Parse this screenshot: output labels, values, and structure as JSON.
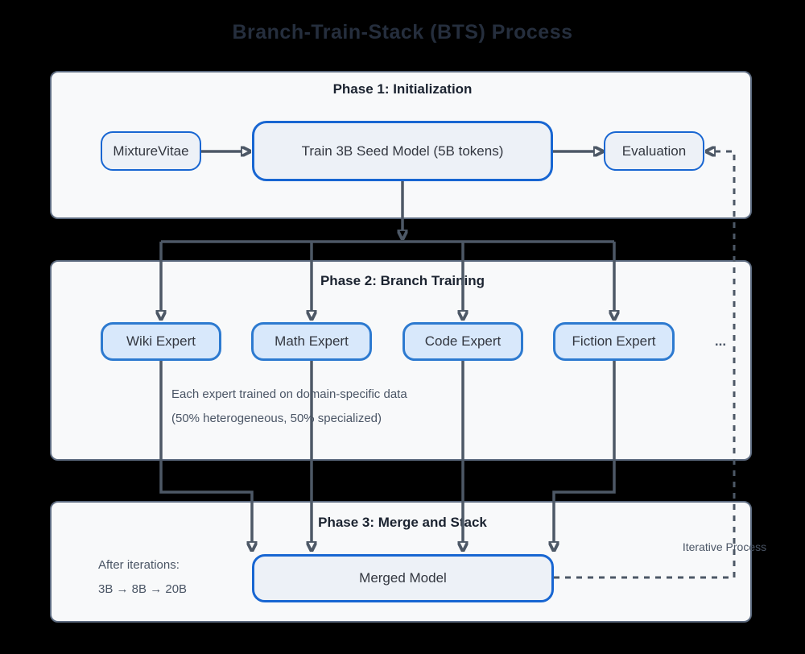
{
  "diagram": {
    "title": "Branch-Train-Stack (BTS) Process",
    "type": "flowchart",
    "colors": {
      "background": "#000000",
      "phase_fill": "#f8f9fa",
      "phase_border": "#5d6b80",
      "node_fill": "#edf1f7",
      "node_border": "#1866d2",
      "expert_fill": "#d8e8fb",
      "expert_border": "#2d7ad0",
      "connector": "#4d5866",
      "note_text": "#4a5565",
      "title_text": "#252e3d"
    }
  },
  "phase1": {
    "label": "Phase 1: Initialization",
    "nodes": {
      "mixturevitae": "MixtureVitae",
      "seed": "Train 3B Seed Model (5B tokens)",
      "evaluation": "Evaluation"
    }
  },
  "phase2": {
    "label": "Phase 2: Branch Training",
    "experts": [
      "Wiki Expert",
      "Math Expert",
      "Code Expert",
      "Fiction Expert"
    ],
    "ellipsis": "...",
    "note_line1": "Each expert trained on domain-specific data",
    "note_line2": "(50% heterogeneous, 50% specialized)"
  },
  "phase3": {
    "label": "Phase 3: Merge and Stack",
    "note_line1": "After iterations:",
    "note_line2": "3B → 8B → 20B",
    "nodes": {
      "merged": "Merged Model"
    },
    "feedback_label": "Iterative Process"
  }
}
